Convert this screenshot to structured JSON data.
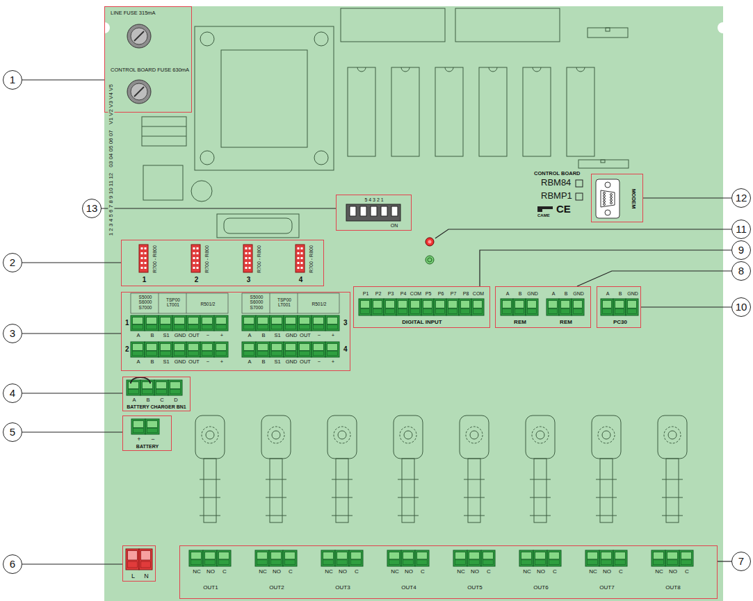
{
  "diagram": {
    "nodes": [
      {
        "text": [
          "1"
        ]
      },
      {
        "text": [
          "LINE FUSE 315mA",
          "CONTROL BOARD FUSE 630mA"
        ]
      },
      {
        "text": [
          "12"
        ]
      },
      {
        "text": [
          "MODEM"
        ]
      },
      {
        "text": [
          "13"
        ]
      },
      {
        "text": [
          "5 4 3 2 1",
          "ON"
        ]
      },
      {
        "text": [
          "11"
        ]
      },
      {
        "text": [
          "9"
        ]
      },
      {
        "text": [
          "P1",
          "P2",
          "P3",
          "P4",
          "COM",
          "P5",
          "P6",
          "P7",
          "P8",
          "COM",
          "DIGITAL INPUT"
        ]
      },
      {
        "text": [
          "2"
        ]
      },
      {
        "text": [
          "R700 - R800",
          "1",
          "R700 - R800",
          "2",
          "R700 - R800",
          "3",
          "R700 - R800",
          "4"
        ]
      },
      {
        "text": [
          "8"
        ]
      },
      {
        "text": [
          "A",
          "B",
          "GND",
          "A",
          "B",
          "GND",
          "REM",
          "REM"
        ]
      },
      {
        "text": [
          "10"
        ]
      },
      {
        "text": [
          "A",
          "B",
          "GND",
          "PC30"
        ]
      },
      {
        "text": [
          "3"
        ]
      },
      {
        "text": [
          "S5000 S6000 S7000",
          "TSP00 LT001",
          "R501/2",
          "S5000 S6000 S7000",
          "TSP00 LT001",
          "R501/2",
          "1",
          "A",
          "B",
          "S1",
          "GND",
          "OUT",
          "−",
          "+",
          "A",
          "B",
          "S1",
          "GND",
          "OUT",
          "−",
          "+",
          "3",
          "2",
          "A",
          "B",
          "S1",
          "GND",
          "OUT",
          "−",
          "+",
          "A",
          "B",
          "S1",
          "GND",
          "OUT",
          "−",
          "+",
          "4"
        ]
      },
      {
        "text": [
          "4"
        ]
      },
      {
        "text": [
          "A",
          "B",
          "C",
          "D",
          "BATTERY CHARGER BN1"
        ]
      },
      {
        "text": [
          "5"
        ]
      },
      {
        "text": [
          "+",
          "−",
          "BATTERY"
        ]
      },
      {
        "text": [
          "6"
        ]
      },
      {
        "text": [
          "L",
          "N"
        ]
      },
      {
        "text": [
          "7"
        ]
      },
      {
        "text": [
          "NC",
          "NO",
          "C",
          "NC",
          "NO",
          "C",
          "NC",
          "NO",
          "C",
          "NC",
          "NO",
          "C",
          "NC",
          "NO",
          "C",
          "NC",
          "NO",
          "C",
          "NC",
          "NO",
          "C",
          "NC",
          "NO",
          "C",
          "OUT1",
          "OUT2",
          "OUT3",
          "OUT4",
          "OUT5",
          "OUT6",
          "OUT7",
          "OUT8"
        ]
      }
    ],
    "edges": [
      {
        "from": 0,
        "to": 1,
        "arrow": "none"
      },
      {
        "from": 2,
        "to": 3,
        "arrow": "none"
      },
      {
        "from": 4,
        "to": 5,
        "arrow": "none"
      },
      {
        "from": 7,
        "to": 8,
        "arrow": "none"
      },
      {
        "from": 9,
        "to": 10,
        "arrow": "none"
      },
      {
        "from": 11,
        "to": 12,
        "arrow": "none"
      },
      {
        "from": 13,
        "to": 14,
        "arrow": "none"
      },
      {
        "from": 15,
        "to": 16,
        "arrow": "none"
      },
      {
        "from": 17,
        "to": 18,
        "arrow": "none"
      },
      {
        "from": 19,
        "to": 20,
        "arrow": "none"
      },
      {
        "from": 21,
        "to": 22,
        "arrow": "none"
      },
      {
        "from": 23,
        "to": 24,
        "arrow": "none"
      }
    ],
    "labels": [
      "V1 V2 V3 V4 V5",
      "03 04 05 06 07",
      "1 2 3 4 5 6 7 8 9 10 11 12",
      "CONTROL BOARD",
      "RBM84",
      "RBMP1",
      "CAME",
      "CE"
    ]
  }
}
